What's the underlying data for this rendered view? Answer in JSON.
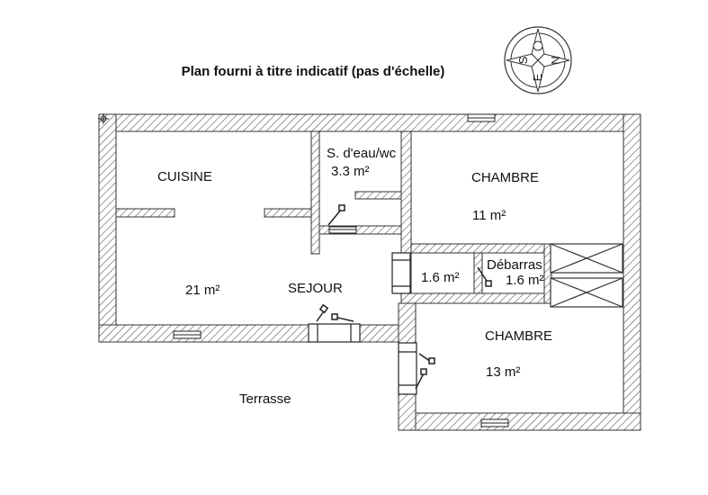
{
  "title": "Plan fourni à titre indicatif (pas d'échelle)",
  "compass": {
    "n": "N",
    "s": "S",
    "e": "E",
    "o": "O"
  },
  "rooms": {
    "cuisine": {
      "name": "CUISINE"
    },
    "sejour": {
      "name": "SEJOUR",
      "area": "21 m²"
    },
    "sdb": {
      "name": "S. d'eau/wc",
      "area": "3.3 m²"
    },
    "chambre1": {
      "name": "CHAMBRE",
      "area": "11 m²"
    },
    "degagement": {
      "area": "1.6 m²"
    },
    "debarras": {
      "name": "Débarras",
      "area": "1.6 m²"
    },
    "chambre2": {
      "name": "CHAMBRE",
      "area": "13 m²"
    }
  },
  "terrasse": "Terrasse"
}
